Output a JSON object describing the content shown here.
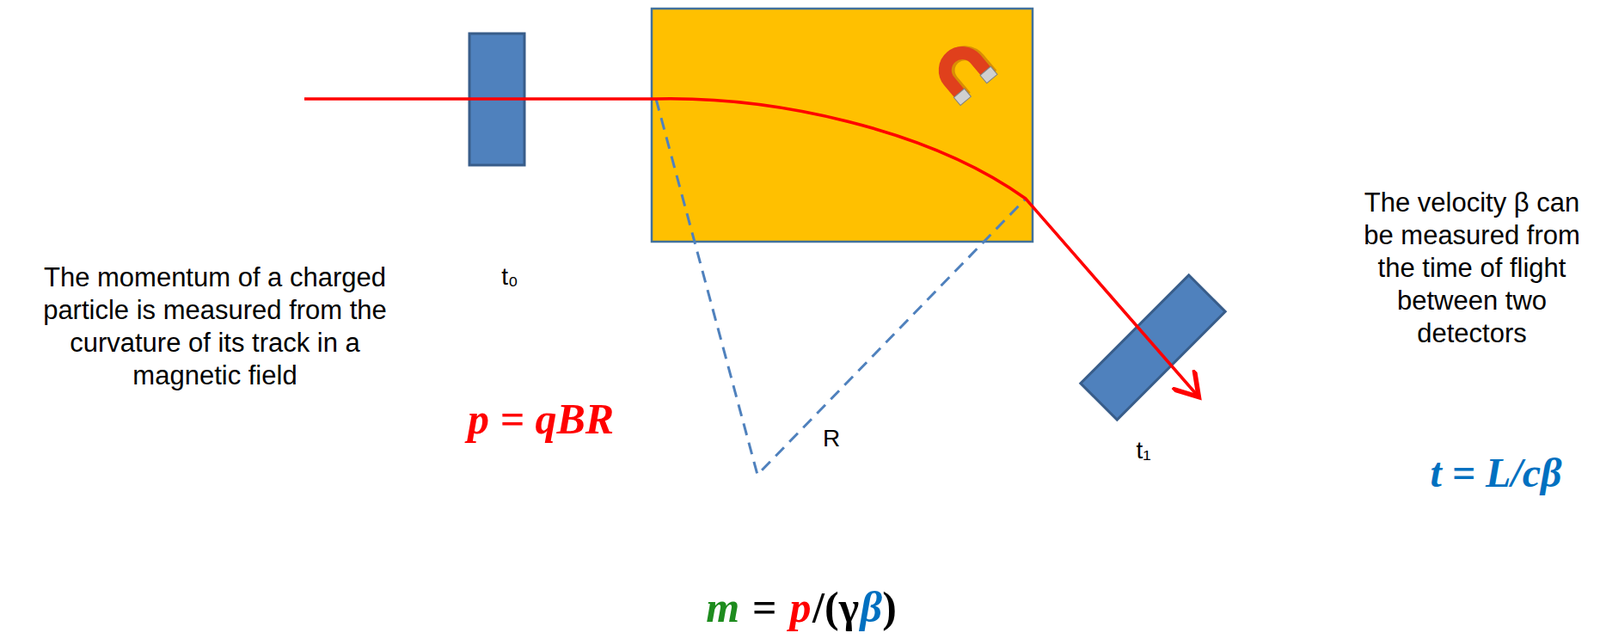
{
  "diagram": {
    "labels": [
      "The momentum of a charged particle is measured from the curvature of its track in a magnetic field",
      "t₀",
      "R",
      "p = qBR",
      "t₁",
      "The velocity β can be measured from the time of flight between two detectors",
      "t = L/cβ",
      "m",
      "=",
      "p",
      "/(γ",
      "β",
      ")"
    ]
  }
}
